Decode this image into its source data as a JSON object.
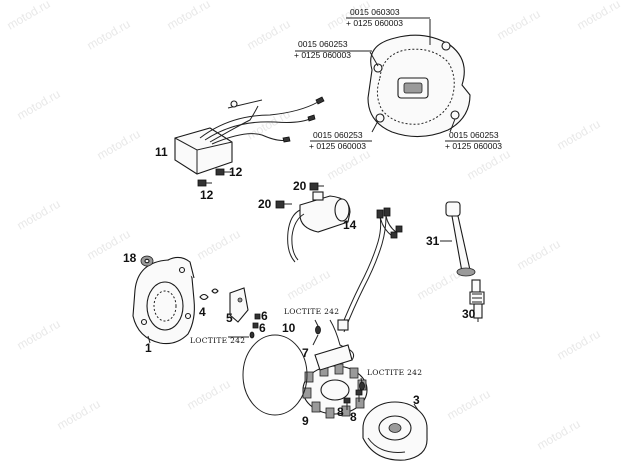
{
  "watermark": "motod.ru",
  "callouts": {
    "c1": "1",
    "c3": "3",
    "c4": "4",
    "c5": "5",
    "c6a": "6",
    "c6b": "6",
    "c7": "7",
    "c8a": "8",
    "c8b": "8",
    "c9": "9",
    "c10": "10",
    "c11": "11",
    "c12a": "12",
    "c12b": "12",
    "c14": "14",
    "c18": "18",
    "c20a": "20",
    "c20b": "20",
    "c30": "30",
    "c31": "31"
  },
  "part_numbers": {
    "cover_top": [
      "0015 060303",
      "+ 0125 060003"
    ],
    "cover_left": [
      "0015 060253",
      "+ 0125 060003"
    ],
    "cover_bottom": [
      "0015 060253",
      "+ 0125 060003"
    ],
    "cover_right": [
      "0015 060253",
      "+ 0125 060003"
    ]
  },
  "loctite": {
    "a": "LOCTITE 242",
    "b": "LOCTITE 242",
    "c": "LOCTITE 242"
  }
}
